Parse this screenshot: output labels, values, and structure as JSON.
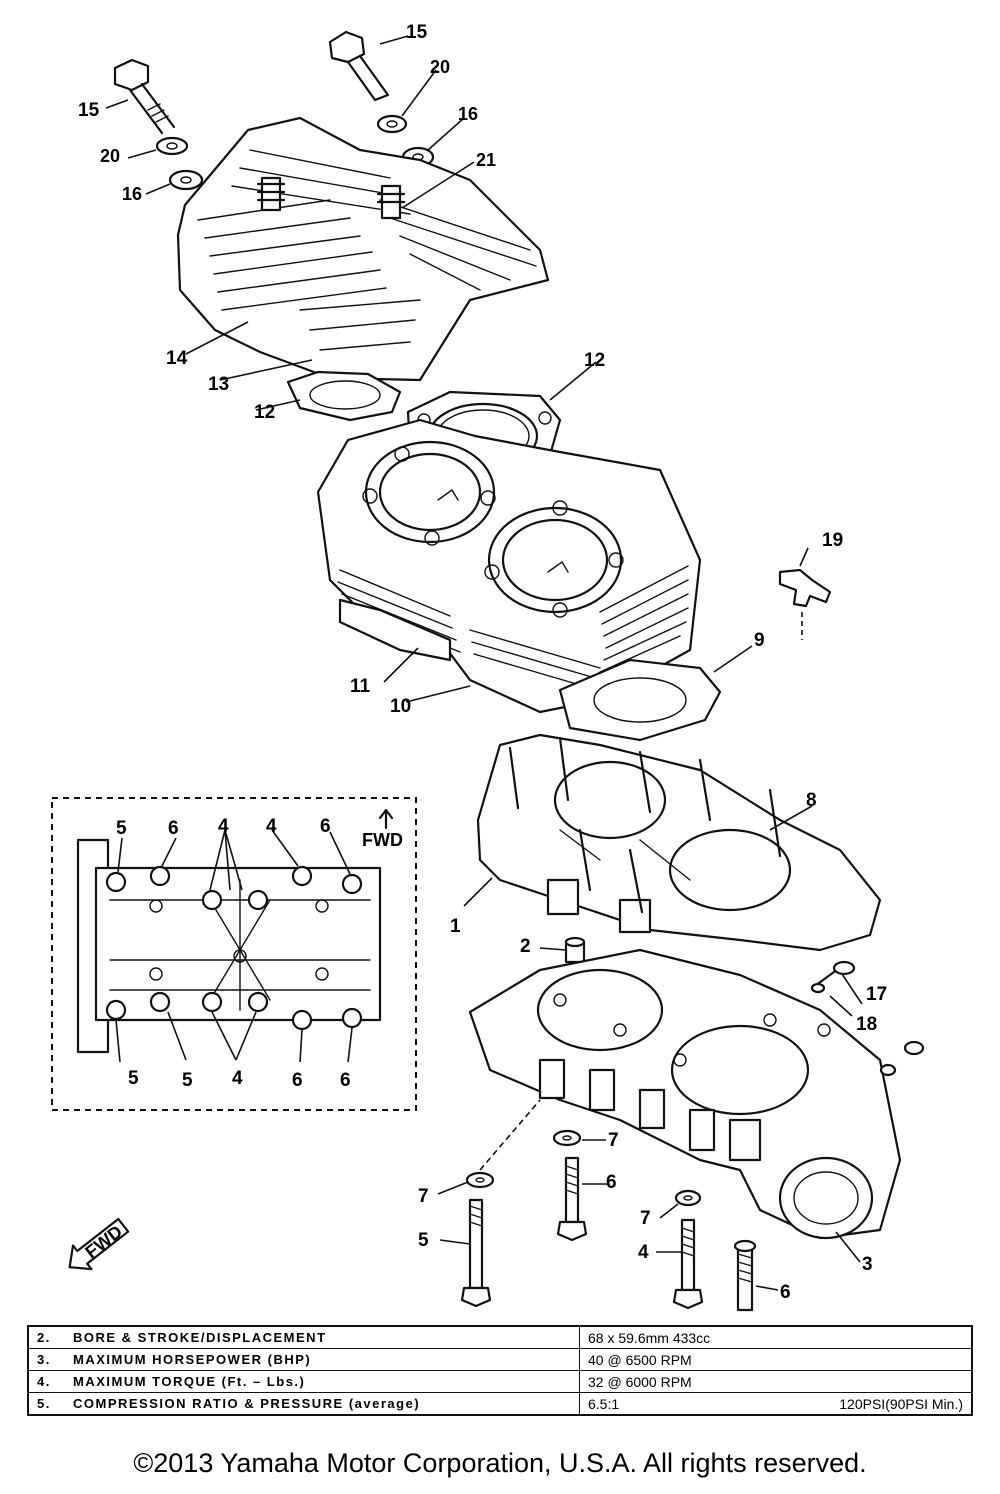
{
  "callouts": {
    "c1": "1",
    "c2": "2",
    "c3": "3",
    "c4": "4",
    "c5": "5",
    "c6": "6",
    "c7": "7",
    "c8": "8",
    "c9": "9",
    "c10": "10",
    "c11": "11",
    "c12": "12",
    "c13": "13",
    "c14": "14",
    "c15": "15",
    "c16": "16",
    "c17": "17",
    "c18": "18",
    "c19": "19",
    "c20": "20",
    "c21": "21"
  },
  "inset": {
    "fwd_label": "FWD",
    "fwd_arrow_icon": "up-arrow-icon",
    "top_labels": [
      "5",
      "6",
      "4",
      "4",
      "6"
    ],
    "bottom_labels": [
      "5",
      "5",
      "4",
      "6",
      "6"
    ]
  },
  "fwd_badge": "FWD",
  "spec_table": [
    {
      "num": "2.",
      "name": "BORE & STROKE/DISPLACEMENT",
      "value": "68 x 59.6mm 433cc",
      "value2": ""
    },
    {
      "num": "3.",
      "name": "MAXIMUM HORSEPOWER (BHP)",
      "value": "40 @ 6500 RPM",
      "value2": ""
    },
    {
      "num": "4.",
      "name": "MAXIMUM TORQUE (Ft. – Lbs.)",
      "value": "32 @ 6000 RPM",
      "value2": ""
    },
    {
      "num": "5.",
      "name": "COMPRESSION RATIO & PRESSURE (average)",
      "value": "6.5:1",
      "value2": "120PSI(90PSI Min.)"
    }
  ],
  "copyright": "©2013 Yamaha Motor Corporation, U.S.A. All rights reserved."
}
